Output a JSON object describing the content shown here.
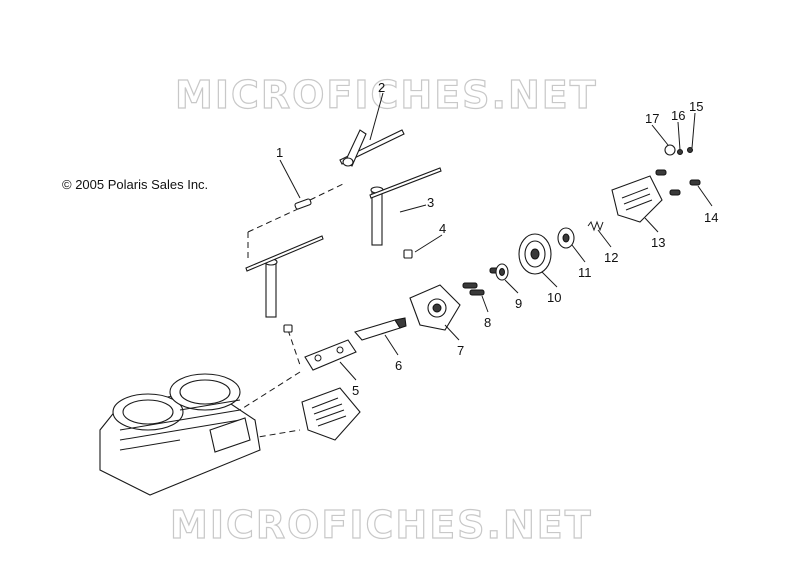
{
  "watermark": {
    "top": "MICROFICHES.NET",
    "bottom": "MICROFICHES.NET"
  },
  "copyright": "© 2005 Polaris Sales Inc.",
  "callouts": [
    "1",
    "2",
    "3",
    "4",
    "5",
    "6",
    "7",
    "8",
    "9",
    "10",
    "11",
    "12",
    "13",
    "14",
    "15",
    "16",
    "17"
  ]
}
